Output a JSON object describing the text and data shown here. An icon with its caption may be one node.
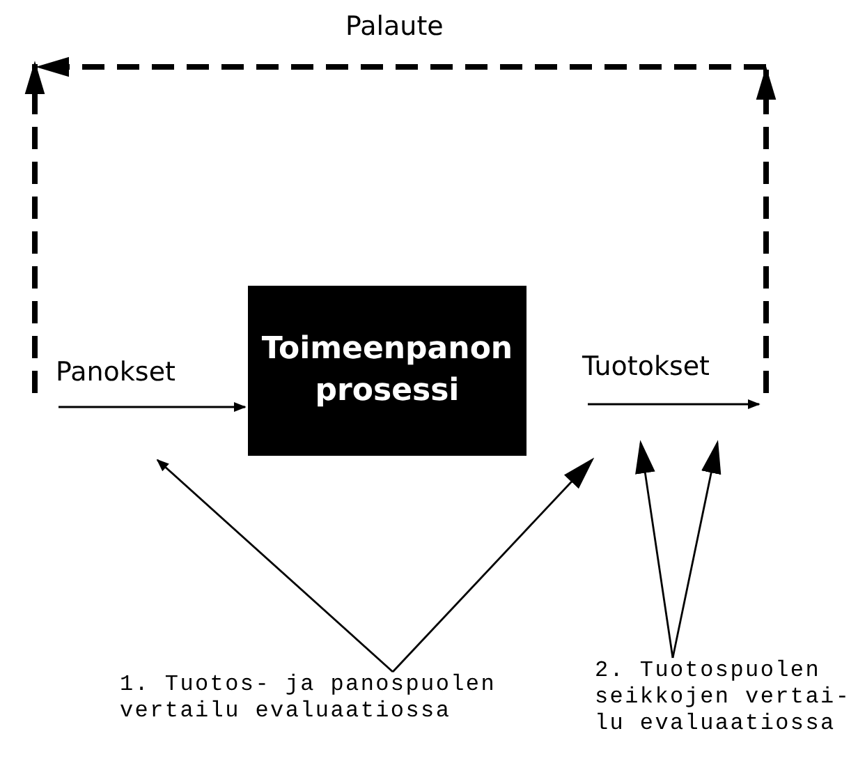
{
  "diagram": {
    "nodes": [
      {
        "text": [
          "Toimeenpanon prosessi"
        ]
      },
      {
        "text": [
          "1. Tuotos- ja panospuolen vertailu evaluaatiossa"
        ]
      },
      {
        "text": [
          "2. Tuotospuolen seikkojen vertai- lu evaluaatiossa"
        ]
      }
    ],
    "edges": [
      {
        "from": null,
        "to": 0,
        "arrow": "to",
        "label": "Panokset"
      },
      {
        "from": 1,
        "to": null,
        "arrow": "to"
      },
      {
        "from": 1,
        "to": null,
        "arrow": "to"
      },
      {
        "from": 2,
        "to": null,
        "arrow": "to"
      },
      {
        "from": 2,
        "to": null,
        "arrow": "to"
      }
    ],
    "labels": [
      "Palaute",
      "Tuotokset"
    ]
  }
}
